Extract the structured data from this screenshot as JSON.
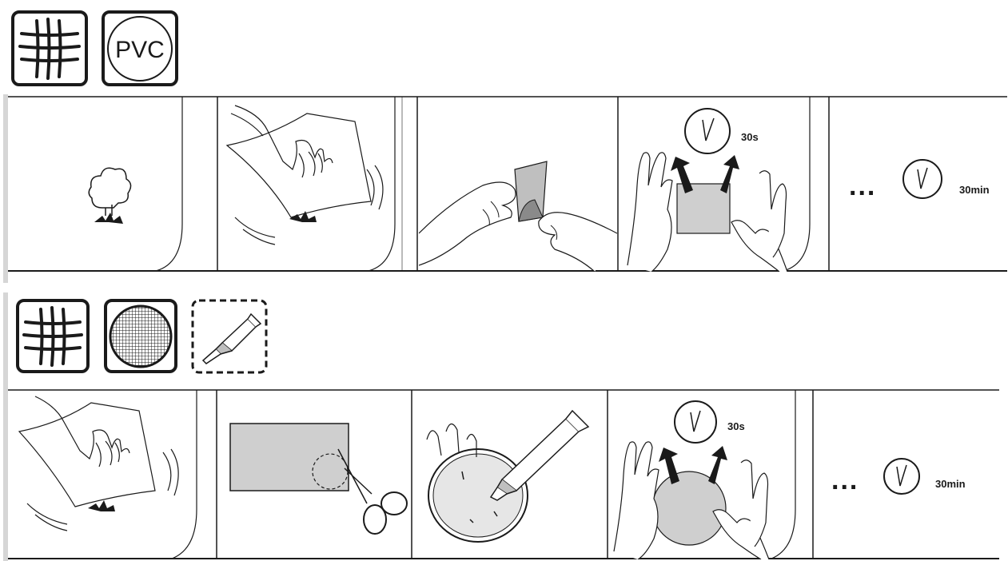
{
  "section1": {
    "icons": [
      {
        "name": "fabric-grid-icon"
      },
      {
        "name": "pvc-material-icon",
        "text": "PVC"
      }
    ],
    "steps": [
      {
        "name": "step-clean-surface"
      },
      {
        "name": "step-wipe-dry"
      },
      {
        "name": "step-peel-backing"
      },
      {
        "name": "step-press-patch",
        "timer_label": "30s"
      },
      {
        "name": "step-wait-cure",
        "timer_label": "30min",
        "ellipsis": "..."
      }
    ]
  },
  "section2": {
    "icons": [
      {
        "name": "fabric-grid-icon"
      },
      {
        "name": "mesh-circle-icon"
      },
      {
        "name": "glue-tube-icon"
      }
    ],
    "steps": [
      {
        "name": "step-wipe-dry"
      },
      {
        "name": "step-cut-patch"
      },
      {
        "name": "step-apply-glue"
      },
      {
        "name": "step-press-patch",
        "timer_label": "30s"
      },
      {
        "name": "step-wait-cure",
        "timer_label": "30min",
        "ellipsis": "..."
      }
    ]
  },
  "colors": {
    "ink": "#1a1a1a",
    "patch_fill": "#cfcfcf",
    "panel_bg": "#ffffff",
    "left_rule": "#d6d6d6"
  }
}
